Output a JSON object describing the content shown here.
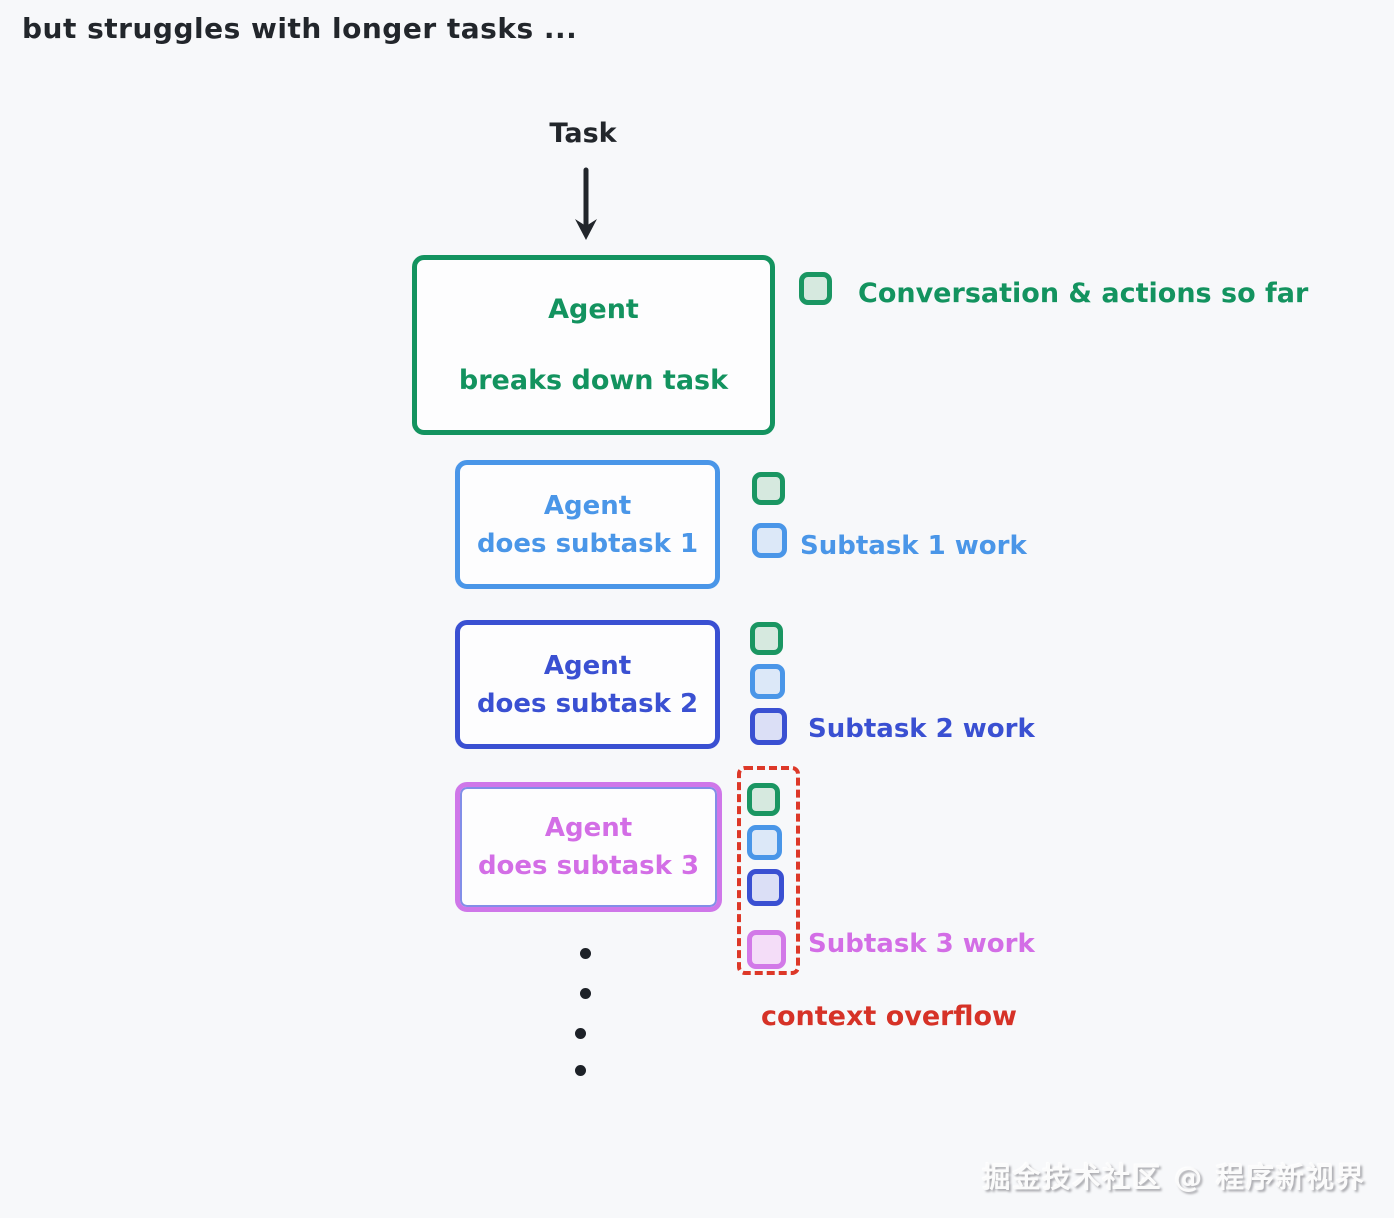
{
  "page": {
    "title": "but struggles with longer tasks ...",
    "background": "#f7f8fa",
    "watermark": "掘金技术社区 @ 程序新视界"
  },
  "flow": {
    "task_label": "Task",
    "arrow_color": "#22262b",
    "agent": {
      "line1": "Agent",
      "line2": "breaks down task",
      "color": "#13935f"
    },
    "subtasks": [
      {
        "line1": "Agent",
        "line2": "does subtask 1",
        "color": "#4a96e8",
        "work_label": "Subtask 1 work"
      },
      {
        "line1": "Agent",
        "line2": "does subtask 2",
        "color": "#3a50d2",
        "work_label": "Subtask 2 work"
      },
      {
        "line1": "Agent",
        "line2": "does subtask 3",
        "color": "#cf77e9",
        "text_color": "#d36ee6",
        "work_label": "Subtask 3 work"
      }
    ]
  },
  "legend": {
    "conversation_label": "Conversation & actions so far",
    "conversation_color": "#13935f"
  },
  "overflow": {
    "label": "context overflow",
    "color": "#d63227",
    "outline_color": "#dd3828"
  },
  "tokens": {
    "green": {
      "border": "#1a9662",
      "fill": "#d6e9df"
    },
    "blue": {
      "border": "#4a96e8",
      "fill": "#dce8f8"
    },
    "indigo": {
      "border": "#3a50d2",
      "fill": "#dbdff6"
    },
    "purple": {
      "border": "#d279e8",
      "fill": "#f4ddf8"
    }
  },
  "stacks": {
    "conversation": [
      "green"
    ],
    "subtask1": [
      "green",
      "blue"
    ],
    "subtask2": [
      "green",
      "blue",
      "indigo"
    ],
    "subtask3": [
      "green",
      "blue",
      "indigo",
      "purple"
    ]
  }
}
